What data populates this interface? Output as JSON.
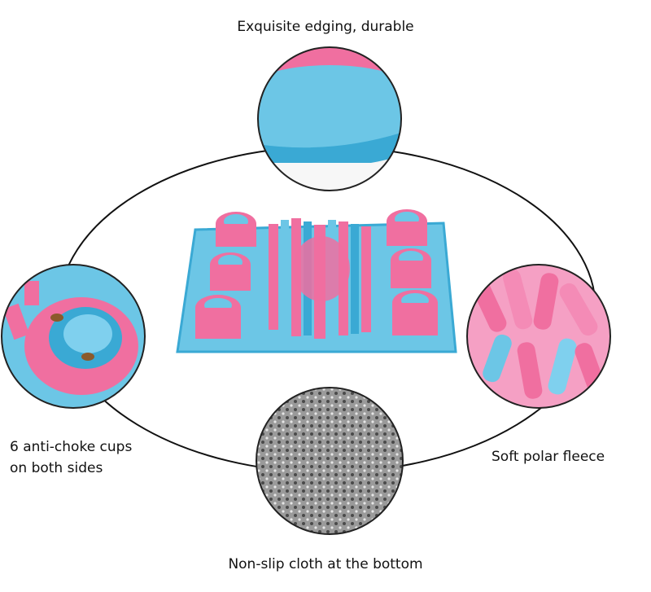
{
  "captions": {
    "top": "Exquisite edging, durable",
    "left_line1": "6 anti-choke cups",
    "left_line2": "on both sides",
    "right": "Soft polar fleece",
    "bottom": "Non-slip cloth at the bottom"
  },
  "colors": {
    "pink": "#f06fa0",
    "pink_dark": "#d94f86",
    "blue": "#6cc6e6",
    "blue_dark": "#3aa9d4",
    "gray": "#7a7a7a"
  }
}
